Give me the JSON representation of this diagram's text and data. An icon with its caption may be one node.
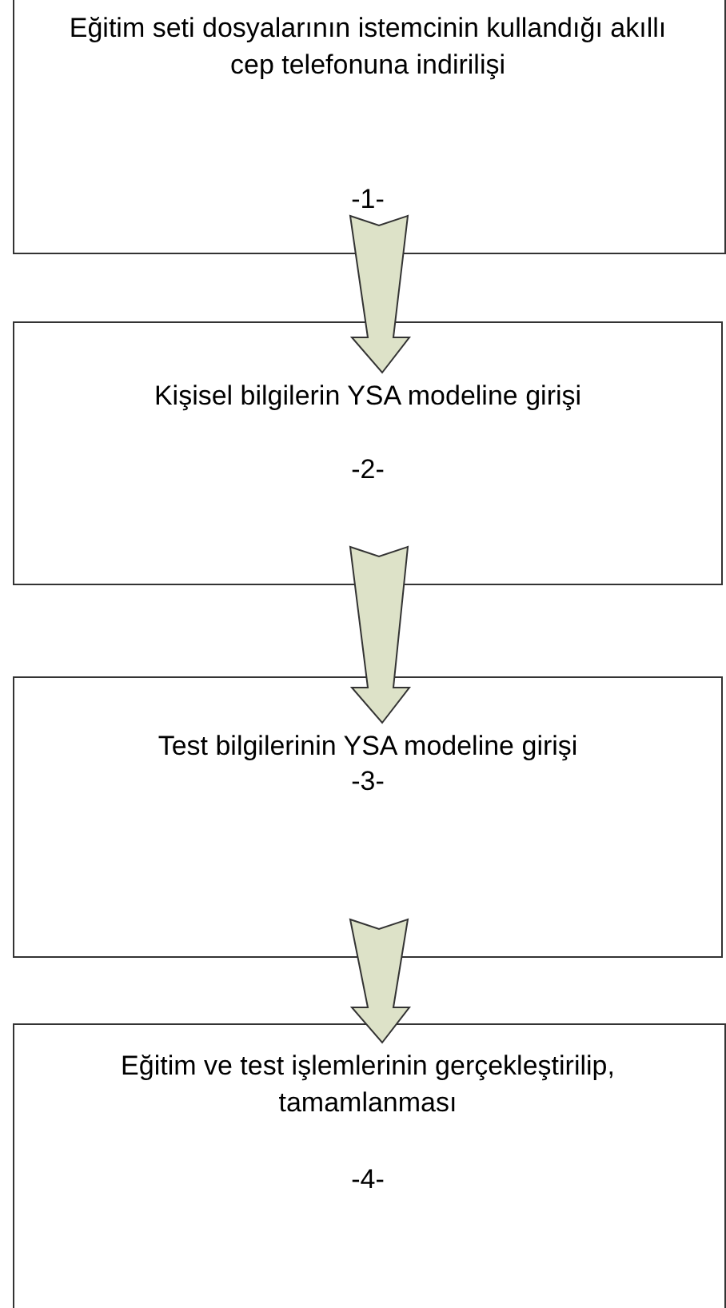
{
  "diagram": {
    "nodes": [
      {
        "text": [
          "Eğitim seti dosyalarının istemcinin kullandığı akıllı cep telefonuna indirilişi",
          "-1-"
        ]
      },
      {
        "text": [
          "Kişisel bilgilerin YSA modeline girişi",
          "-2-"
        ]
      },
      {
        "text": [
          "Test bilgilerinin YSA modeline girişi",
          "-3-"
        ]
      },
      {
        "text": [
          "Eğitim ve test işlemlerinin gerçekleştirilip, tamamlanması",
          "-4-"
        ]
      }
    ],
    "edges": [
      {
        "from": 0,
        "to": 1,
        "arrow": "to"
      },
      {
        "from": 1,
        "to": 2,
        "arrow": "to"
      },
      {
        "from": 2,
        "to": 3,
        "arrow": "to"
      }
    ]
  }
}
